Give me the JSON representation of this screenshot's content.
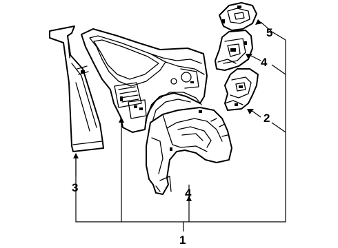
{
  "callouts": {
    "c1": "1",
    "c2": "2",
    "c3": "3",
    "c4_upper": "4",
    "c4_lower": "4",
    "c5": "5"
  },
  "colors": {
    "line": "#000000",
    "background": "#ffffff"
  }
}
